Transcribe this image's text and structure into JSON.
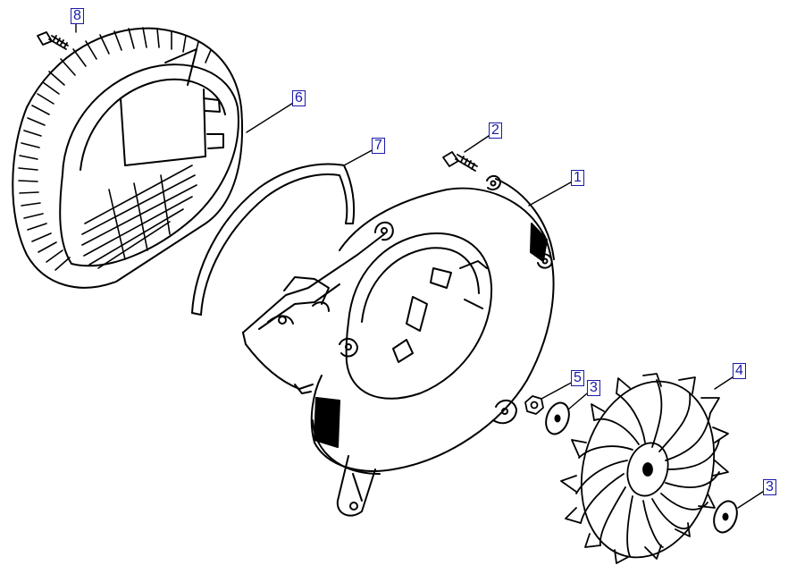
{
  "diagram": {
    "callouts": [
      {
        "id": "c8",
        "label": "8"
      },
      {
        "id": "c6",
        "label": "6"
      },
      {
        "id": "c7",
        "label": "7"
      },
      {
        "id": "c2",
        "label": "2"
      },
      {
        "id": "c1",
        "label": "1"
      },
      {
        "id": "c5",
        "label": "5"
      },
      {
        "id": "c3a",
        "label": "3"
      },
      {
        "id": "c4",
        "label": "4"
      },
      {
        "id": "c3b",
        "label": "3"
      }
    ],
    "colors": {
      "ink": "#000000",
      "callout": "#1a1aa8",
      "paper": "#ffffff"
    }
  }
}
